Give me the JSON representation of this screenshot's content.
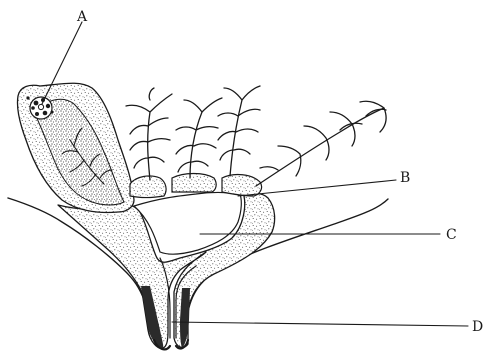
{
  "labels": {
    "a": "A",
    "b": "B",
    "c": "C",
    "d": "D"
  },
  "colors": {
    "ink": "#1a1a1a",
    "stipple": "#444444",
    "dark_band": "#2b2b2b",
    "paper": "#ffffff"
  }
}
